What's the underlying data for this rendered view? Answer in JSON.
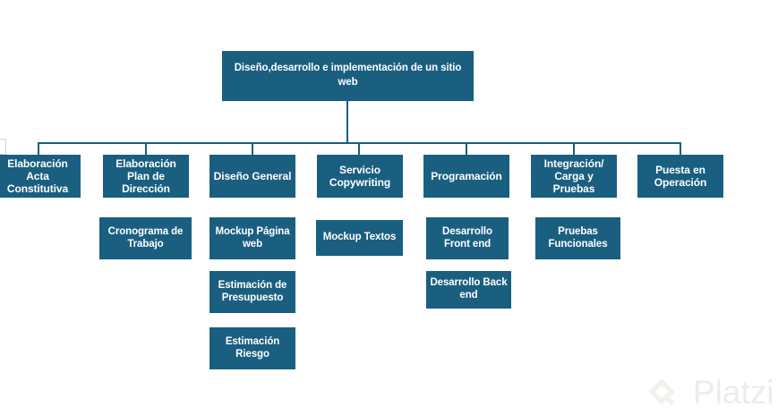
{
  "diagram": {
    "title": "Diseño,desarrollo e implementación  de un sitio web",
    "type": "work-breakdown-structure",
    "accent_color": "#1a5f80",
    "text_color": "#ffffff",
    "background_color": "#ffffff",
    "root": {
      "label": "Diseño,desarrollo e implementación  de un sitio web"
    },
    "columns": [
      {
        "name": "elaboracion-acta-constitutiva",
        "nodes": [
          {
            "label": "Elaboración Acta Constitutiva"
          }
        ]
      },
      {
        "name": "elaboracion-plan-de-direccion",
        "nodes": [
          {
            "label": "Elaboración Plan de Dirección"
          },
          {
            "label": "Cronograma de Trabajo"
          }
        ]
      },
      {
        "name": "diseno-general",
        "nodes": [
          {
            "label": "Diseño General"
          },
          {
            "label": "Mockup Página web"
          },
          {
            "label": "Estimación de Presupuesto"
          },
          {
            "label": "Estimación Riesgo"
          }
        ]
      },
      {
        "name": "servicio-copywriting",
        "nodes": [
          {
            "label": "Servicio Copywriting"
          },
          {
            "label": "Mockup  Textos"
          }
        ]
      },
      {
        "name": "programacion",
        "nodes": [
          {
            "label": "Programación"
          },
          {
            "label": "Desarrollo Front end"
          },
          {
            "label": "Desarrollo Back end"
          }
        ]
      },
      {
        "name": "integracion-carga-y-pruebas",
        "nodes": [
          {
            "label": "Integración/ Carga y Pruebas"
          },
          {
            "label": "Pruebas Funcionales"
          }
        ]
      },
      {
        "name": "puesta-en-operacion",
        "nodes": [
          {
            "label": "Puesta en Operación"
          }
        ]
      }
    ],
    "nodes_flat": {
      "root": "Diseño,desarrollo e implementación  de un sitio web",
      "n1": "Elaboración Acta Constitutiva",
      "n2": "Elaboración Plan de Dirección",
      "n3": "Diseño General",
      "n4": "Servicio Copywriting",
      "n5": "Programación",
      "n6": "Integración/ Carga y Pruebas",
      "n7": "Puesta en Operación",
      "n2a": "Cronograma de Trabajo",
      "n3a": "Mockup Página web",
      "n3b": "Estimación de Presupuesto",
      "n3c": "Estimación Riesgo",
      "n4a": "Mockup  Textos",
      "n5a": "Desarrollo Front end",
      "n5b": "Desarrollo Back end",
      "n6a": "Pruebas Funcionales"
    }
  },
  "watermark": {
    "brand": "Platzi",
    "color": "#ececea"
  }
}
